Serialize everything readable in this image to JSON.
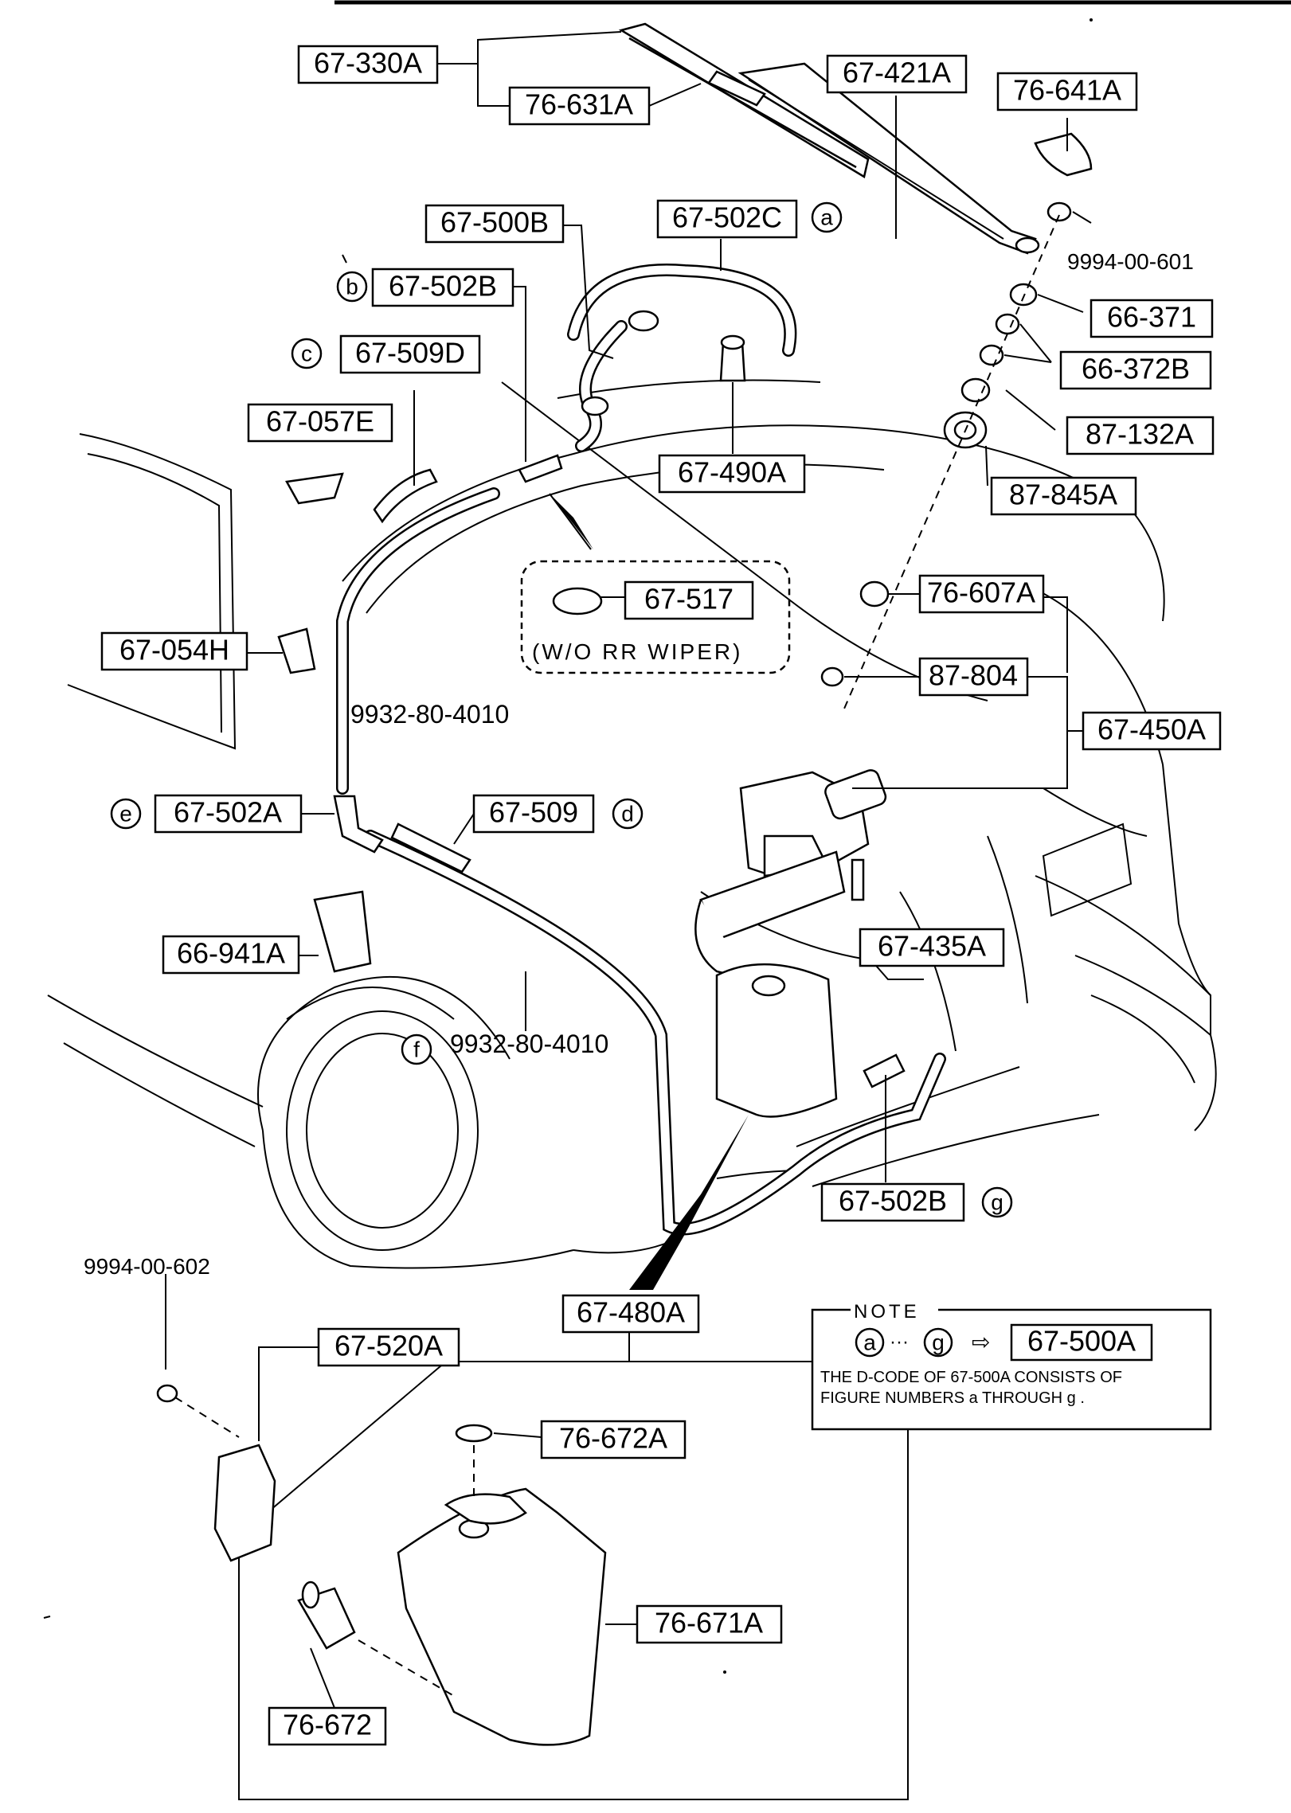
{
  "labels": {
    "p67_330A": "67-330A",
    "p76_631A": "76-631A",
    "p67_421A": "67-421A",
    "p76_641A": "76-641A",
    "p9994_00_601": "9994-00-601",
    "p67_500B": "67-500B",
    "p67_502C": "67-502C",
    "p67_502B_top": "67-502B",
    "p66_371": "66-371",
    "p67_509D": "67-509D",
    "p66_372B": "66-372B",
    "p67_057E": "67-057E",
    "p87_132A": "87-132A",
    "p67_490A": "67-490A",
    "p87_845A": "87-845A",
    "p67_517": "67-517",
    "wo_rr_wiper": "(W/O RR WIPER)",
    "p76_607A": "76-607A",
    "p67_054H": "67-054H",
    "p87_804": "87-804",
    "p9932_80_4010_a": "9932-80-4010",
    "p67_450A": "67-450A",
    "p67_502A": "67-502A",
    "p67_509": "67-509",
    "p66_941A": "66-941A",
    "p67_435A": "67-435A",
    "p9932_80_4010_b": "9932-80-4010",
    "p67_502B_bottom": "67-502B",
    "p9994_00_602": "9994-00-602",
    "p67_480A": "67-480A",
    "p67_520A": "67-520A",
    "p76_672A": "76-672A",
    "p76_671A": "76-671A",
    "p76_672": "76-672"
  },
  "letters": {
    "a": "a",
    "b": "b",
    "c": "c",
    "d": "d",
    "e": "e",
    "f": "f",
    "g": "g"
  },
  "note": {
    "heading": "NOTE",
    "from": "a",
    "dots": "···",
    "to": "g",
    "arrow": "⇨",
    "ref": "67-500A",
    "line1": "THE D-CODE OF 67-500A CONSISTS OF",
    "line2": "FIGURE NUMBERS a THROUGH g ."
  }
}
